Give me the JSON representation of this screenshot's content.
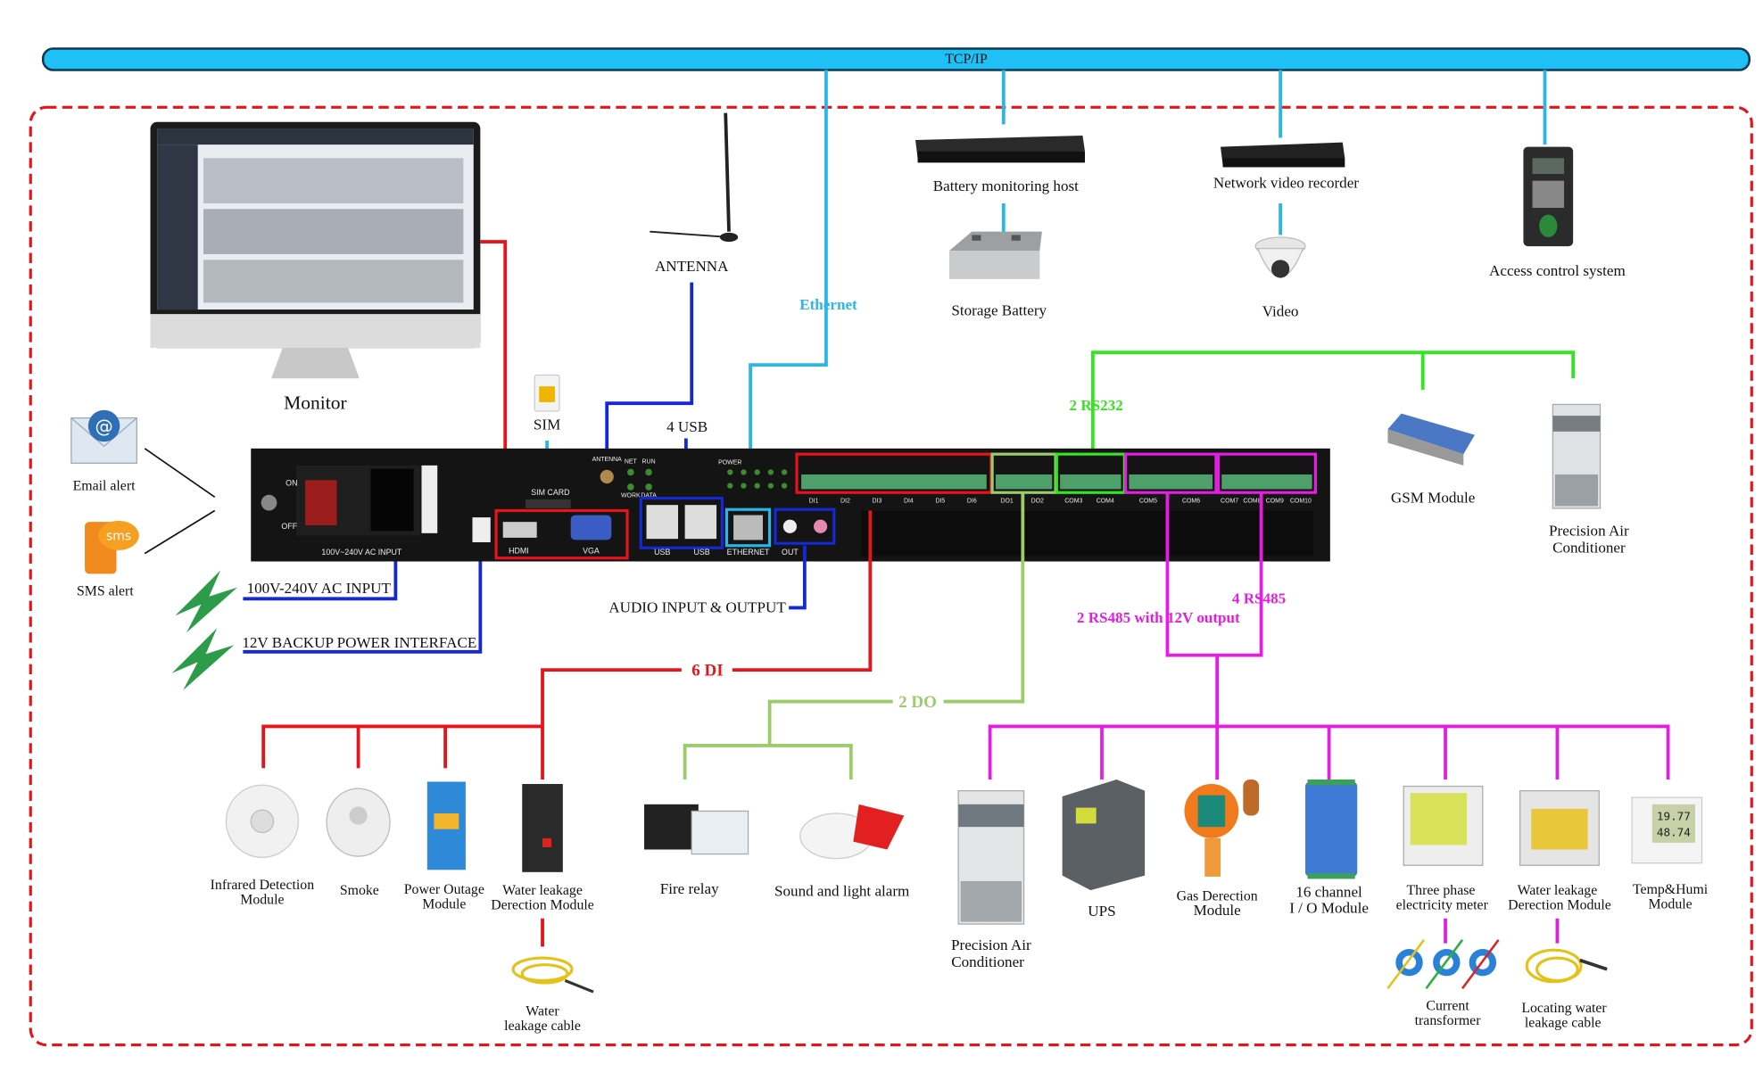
{
  "colors": {
    "tcpip": "#1fc0f5",
    "ethernet": "#29b6e8",
    "di": "#e8131b",
    "do": "#9ccb6a",
    "rs232": "#33e61f",
    "rs485": "#e41ee0",
    "power": "#1428d4",
    "border": "#e8131b"
  },
  "bus": {
    "label": "TCP/IP"
  },
  "top": {
    "monitor": "Monitor",
    "antenna": "ANTENNA",
    "ethernet": "Ethernet",
    "sim": "SIM",
    "usb4": "4 USB",
    "battery_host": "Battery monitoring host",
    "storage_battery": "Storage Battery",
    "nvr": "Network video recorder",
    "video": "Video",
    "access": "Access control system",
    "rs232": "2 RS232",
    "gsm": "GSM Module",
    "pac": [
      "Precision Air",
      "Conditioner"
    ]
  },
  "alerts": {
    "email": "Email alert",
    "sms": "SMS alert",
    "sms_badge": "sms",
    "email_glyph": "@"
  },
  "power": {
    "ac": "100V-240V AC INPUT",
    "backup": "12V BACKUP POWER INTERFACE"
  },
  "panel": {
    "on": "ON",
    "off": "OFF",
    "ac_input": "100V~240V AC INPUT",
    "sim_card": "SIM CARD",
    "antenna": "ANTENNA",
    "net": "NET",
    "run": "RUN",
    "work": "WORK",
    "data": "DATA",
    "power": "POWER",
    "hdmi": "HDMI",
    "vga": "VGA",
    "usb1": "USB",
    "usb2": "USB",
    "ethernet": "ETHERNET",
    "out": "OUT",
    "di_ports": [
      "DI1",
      "DI2",
      "DI3",
      "DI4",
      "DI5",
      "DI6"
    ],
    "do_ports": [
      "DO1",
      "DO2"
    ],
    "com_ports": [
      "COM3",
      "COM4",
      "COM5",
      "COM6",
      "COM7",
      "COM8",
      "COM9",
      "COM10"
    ]
  },
  "mid": {
    "audio": "AUDIO INPUT & OUTPUT",
    "di": "6 DI",
    "do": "2 DO",
    "rs485": "4 RS485",
    "rs485_12v": "2 RS485 with 12V output"
  },
  "di_devices": [
    {
      "l1": "Infrared Detection",
      "l2": "Module"
    },
    {
      "l1": "Smoke",
      "l2": ""
    },
    {
      "l1": "Power Outage",
      "l2": "Module"
    },
    {
      "l1": "Water leakage",
      "l2": "Derection Module"
    }
  ],
  "water_cable": [
    "Water",
    "leakage cable"
  ],
  "do_devices": [
    {
      "l1": "Fire relay"
    },
    {
      "l1": "Sound and light alarm"
    }
  ],
  "rs485_devices": [
    {
      "l1": "Precision Air",
      "l2": "Conditioner"
    },
    {
      "l1": "UPS",
      "l2": ""
    },
    {
      "l1": "Gas Derection",
      "l2": "Module"
    },
    {
      "l1": "16 channel",
      "l2": "I / O Module"
    },
    {
      "l1": "Three phase",
      "l2": "electricity meter"
    },
    {
      "l1": "Water leakage",
      "l2": "Derection Module"
    },
    {
      "l1": "Temp&Humi",
      "l2": "Module"
    }
  ],
  "sub_devices": {
    "ct": [
      "Current",
      "transformer"
    ],
    "lwc": [
      "Locating water",
      "leakage cable"
    ]
  },
  "temp_readout": [
    "19.77",
    "48.74"
  ]
}
